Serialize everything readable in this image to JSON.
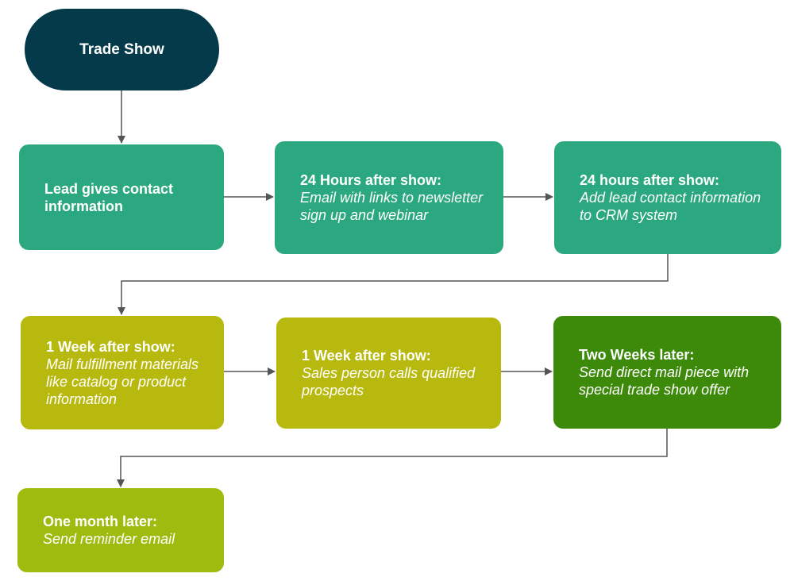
{
  "colors": {
    "start": "#053a4a",
    "teal": "#2ba87f",
    "olive": "#b8b90e",
    "darkgreen": "#3d8a0b",
    "lime": "#a0bb0f",
    "connector": "#555555"
  },
  "start": {
    "label": "Trade Show"
  },
  "nodes": [
    {
      "id": "n1",
      "title": "Lead gives contact information",
      "body": ""
    },
    {
      "id": "n2",
      "title": "24 Hours after show:",
      "body": "Email with links to newsletter sign up and webinar"
    },
    {
      "id": "n3",
      "title": "24 hours after show:",
      "body": "Add lead contact information to CRM system"
    },
    {
      "id": "n4",
      "title": "1 Week after show:",
      "body": "Mail fulfillment materials like catalog or product information"
    },
    {
      "id": "n5",
      "title": "1 Week after show:",
      "body": "Sales person calls qualified prospects"
    },
    {
      "id": "n6",
      "title": "Two Weeks later:",
      "body": "Send direct mail piece with special trade show offer"
    },
    {
      "id": "n7",
      "title": "One month later:",
      "body": "Send reminder email"
    }
  ]
}
